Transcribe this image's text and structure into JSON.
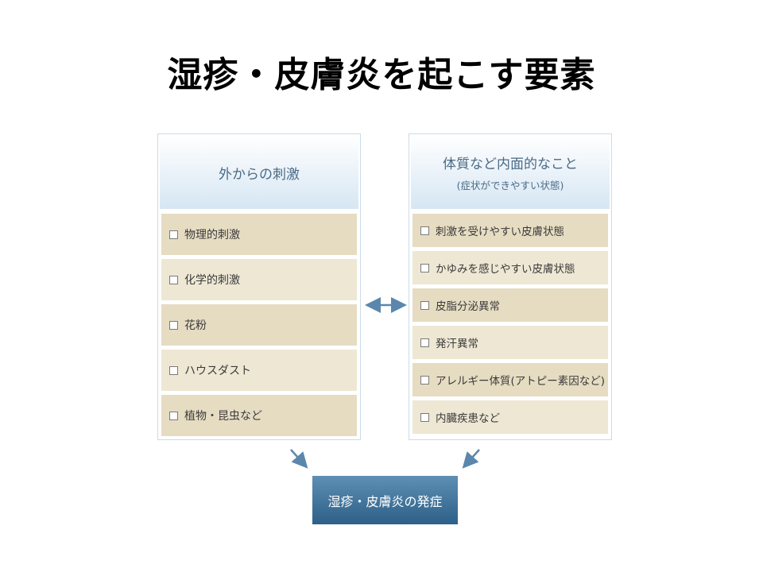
{
  "title": "湿疹・皮膚炎を起こす要素",
  "left_panel": {
    "heading": "外からの刺激",
    "items": [
      "物理的刺激",
      "化学的刺激",
      "花粉",
      "ハウスダスト",
      "植物・昆虫など"
    ]
  },
  "right_panel": {
    "heading": "体質など内面的なこと",
    "subheading": "(症状ができやすい状態)",
    "items": [
      "刺激を受けやすい皮膚状態",
      "かゆみを感じやすい皮膚状態",
      "皮脂分泌異常",
      "発汗異常",
      "アレルギー体質(アトピー素因など)",
      "内臓疾患など"
    ]
  },
  "result": {
    "label": "湿疹・皮膚炎の発症"
  },
  "colors": {
    "arrow": "#5b87ad",
    "header_text": "#4a6b86",
    "item_bg": "#e6dcc2",
    "result_bg": "#3f719a"
  }
}
